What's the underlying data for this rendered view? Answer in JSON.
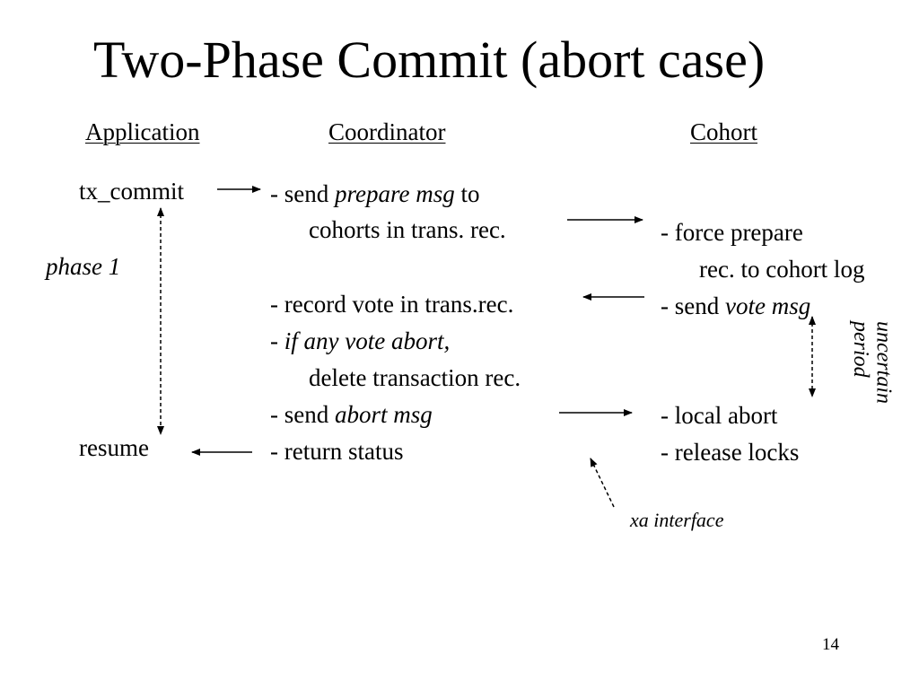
{
  "title": "Two-Phase Commit (abort case)",
  "headers": {
    "application": "Application ",
    "coordinator": "Coordinator",
    "cohort": "Cohort"
  },
  "application": {
    "tx_commit": "tx_commit",
    "phase_label": "phase 1",
    "resume": "resume"
  },
  "coordinator": {
    "line1_prefix": "- send ",
    "line1_italic": "prepare msg",
    "line1_suffix": " to",
    "line2": "cohorts in trans. rec.",
    "line3": "- record vote in trans.rec.",
    "line4_prefix": "- ",
    "line4_italic": "if any vote abort,",
    "line5": "delete transaction rec.",
    "line6_prefix": "- send ",
    "line6_italic": "abort msg",
    "line7": "- return status"
  },
  "cohort": {
    "line1": "- force prepare",
    "line2": "rec. to cohort log",
    "line3_prefix": "- send ",
    "line3_italic": "vote msg",
    "line4": "- local abort",
    "line5": "- release locks",
    "uncertain_line1": "uncertain",
    "uncertain_line2": "period"
  },
  "xa_label": "xa interface",
  "page_number": "14"
}
